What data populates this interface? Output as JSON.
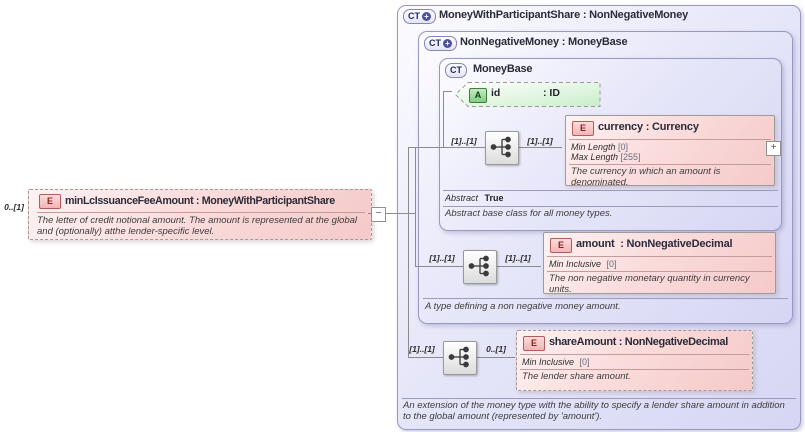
{
  "diagram": {
    "source": {
      "cardinality": "0..[1]",
      "badge": "E",
      "title": "minLcIssuanceFeeAmount : MoneyWithParticipantShare",
      "annotation": "The letter of credit notional amount. The amount is represented at the global and (optionally) atthe lender-specific level."
    },
    "outer_type": {
      "badge": "CT",
      "plus_glyph": "+",
      "title": "MoneyWithParticipantShare : NonNegativeMoney",
      "annotation": "An extension of the money type with the ability to specify a lender share amount in addition to the global amount (represented by 'amount')."
    },
    "middle_type": {
      "badge": "CT",
      "plus_glyph": "+",
      "title": "NonNegativeMoney : MoneyBase",
      "annotation": "A type defining a non negative money amount."
    },
    "base_type": {
      "badge": "CT",
      "title": "MoneyBase",
      "facets": [
        {
          "name": "Abstract",
          "value": "True"
        }
      ],
      "annotation": "Abstract base class for all money types."
    },
    "attribute_id": {
      "badge": "A",
      "name": "id",
      "type": ": ID"
    },
    "currency": {
      "badge": "E",
      "title": "currency : Currency",
      "facets": [
        {
          "name": "Min Length",
          "value": "[0]"
        },
        {
          "name": "Max Length",
          "value": "[255]"
        }
      ],
      "annotation": "The currency in which an amount is denominated.",
      "expand_glyph": "+"
    },
    "amount": {
      "badge": "E",
      "title": "amount  : NonNegativeDecimal",
      "facets": [
        {
          "name": "Min Inclusive",
          "value": "[0]"
        }
      ],
      "annotation": "The non negative monetary quantity in currency units."
    },
    "share_amount": {
      "badge": "E",
      "title": "shareAmount : NonNegativeDecimal",
      "facets": [
        {
          "name": "Min Inclusive",
          "value": "[0]"
        }
      ],
      "annotation": "The lender share amount."
    },
    "connectors": {
      "collapse_glyph": "−",
      "seq_base_left": "[1]..[1]",
      "seq_base_right": "[1]..[1]",
      "seq_amount_left": "[1]..[1]",
      "seq_amount_right": "[1]..[1]",
      "seq_share_left": "[1]..[1]",
      "seq_share_right": "0..[1]"
    },
    "colors": {
      "type_fill": "#dcdcf6",
      "element_fill": "#f6caca",
      "attribute_fill": "#c9eec9",
      "line": "#8b8b8b"
    }
  }
}
